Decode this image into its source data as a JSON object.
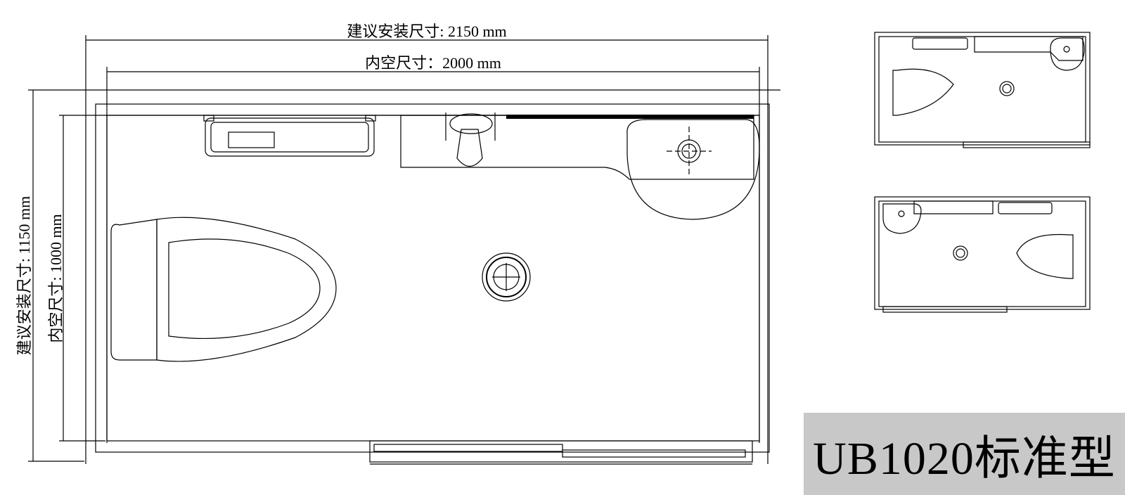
{
  "dimensions": {
    "install_width": "建议安装尺寸: 2150 mm",
    "inner_width": "内空尺寸：2000 mm",
    "install_height": "建议安装尺寸: 1150 mm",
    "inner_height": "内空尺寸: 1000 mm"
  },
  "model": {
    "label": "UB1020标准型"
  },
  "fixtures": {
    "main_plan": [
      "toilet",
      "towel-rack",
      "faucet",
      "washbasin",
      "floor-drain",
      "sliding-door"
    ],
    "variant_a": [
      "toilet",
      "towel-rack",
      "faucet",
      "washbasin",
      "floor-drain",
      "sliding-door"
    ],
    "variant_b": [
      "washbasin",
      "faucet",
      "towel-rack",
      "floor-drain",
      "toilet",
      "sliding-door"
    ]
  }
}
